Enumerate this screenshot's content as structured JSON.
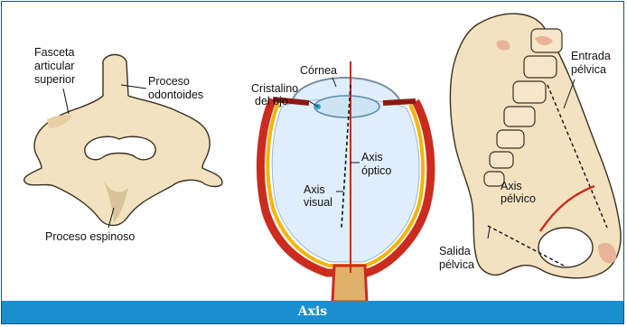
{
  "caption": "Axis",
  "colors": {
    "frame_border": "#1a4f86",
    "caption_bg": "#1a8fd0",
    "caption_text": "#ffffff",
    "bone_fill": "#f3e2c0",
    "bone_shadow": "#d9c49a",
    "eye_red": "#cc2b1f",
    "eye_yellow": "#f5b400",
    "eye_fill": "#dfeefa"
  },
  "vertebra": {
    "labels": {
      "fasceta_l1": "Fasceta",
      "fasceta_l2": "articular",
      "fasceta_l3": "superior",
      "proceso_odon_l1": "Proceso",
      "proceso_odon_l2": "odontoides",
      "proceso_espinoso": "Proceso espinoso"
    }
  },
  "eye": {
    "labels": {
      "cornea": "Córnea",
      "cristalino_l1": "Cristalino",
      "cristalino_l2": "del ojo",
      "axis_optico_l1": "Axis",
      "axis_optico_l2": "óptico",
      "axis_visual_l1": "Axis",
      "axis_visual_l2": "visual"
    }
  },
  "pelvis": {
    "labels": {
      "entrada_l1": "Entrada",
      "entrada_l2": "pélvica",
      "axis_pelvico_l1": "Axis",
      "axis_pelvico_l2": "pélvico",
      "salida_l1": "Salida",
      "salida_l2": "pélvica"
    }
  }
}
